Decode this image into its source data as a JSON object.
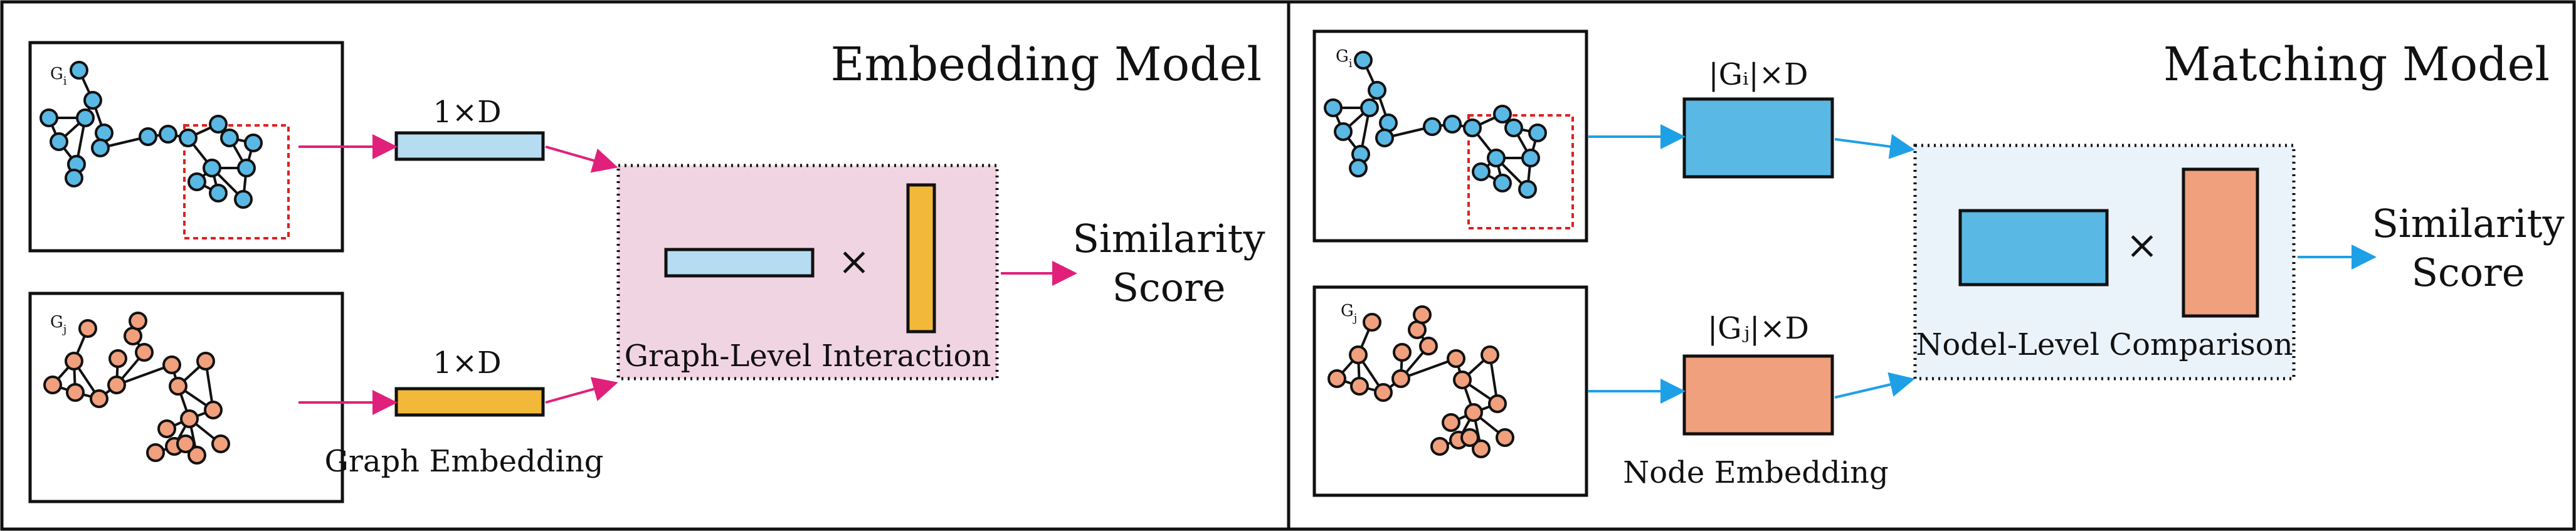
{
  "left_panel": {
    "title": "Embedding Model",
    "graph_i_label": "G",
    "graph_i_sub": "i",
    "graph_j_label": "G",
    "graph_j_sub": "j",
    "top_dim": "1×D",
    "bottom_dim": "1×D",
    "embedding_caption": "Graph Embedding",
    "interaction_caption": "Graph-Level Interaction",
    "operator": "×",
    "output_line1": "Similarity",
    "output_line2": "Score"
  },
  "right_panel": {
    "title": "Matching Model",
    "graph_i_label": "G",
    "graph_i_sub": "i",
    "graph_j_label": "G",
    "graph_j_sub": "j",
    "top_dim": "|Gᵢ|×D",
    "bottom_dim": "|Gⱼ|×D",
    "embedding_caption": "Node Embedding",
    "comparison_caption": "Nodel-Level Comparison",
    "operator": "×",
    "output_line1": "Similarity",
    "output_line2": "Score"
  },
  "colors": {
    "blue_node": "#5ab8e4",
    "orange_node": "#f0a07c",
    "light_blue_bar": "#b5dcf1",
    "yellow_bar": "#f2b83a",
    "pink_box": "#f1d4e2",
    "light_blue_box": "#eaf2fa",
    "pink_arrow": "#e0207a",
    "blue_arrow": "#1ea0e6",
    "subgraph_outline": "#e02020"
  }
}
